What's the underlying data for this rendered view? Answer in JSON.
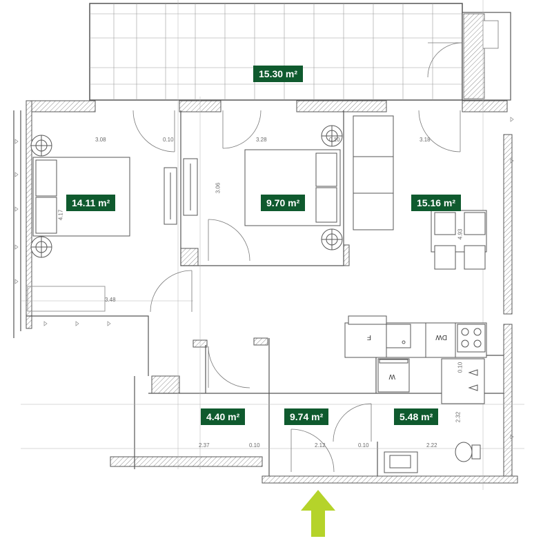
{
  "rooms": {
    "balcony": {
      "area": "15.30 m²"
    },
    "bedroom_1": {
      "area": "14.11 m²"
    },
    "bedroom_2": {
      "area": "9.70 m²"
    },
    "living_room": {
      "area": "15.16 m²"
    },
    "storage": {
      "area": "4.40 m²"
    },
    "hall": {
      "area": "9.74 m²"
    },
    "bathroom": {
      "area": "5.48 m²"
    }
  },
  "dimensions": {
    "d_308": "3.08",
    "d_010a": "0.10",
    "d_328": "3.28",
    "d_010b": "0.10",
    "d_318": "3.18",
    "d_417": "4.17",
    "d_306": "3.06",
    "d_493": "4.93",
    "d_348": "3.48",
    "d_237": "2.37",
    "d_010c": "0.10",
    "d_212": "2.12",
    "d_010d": "0.10",
    "d_222": "2.22",
    "d_232": "2.32",
    "d_010e": "0.10"
  },
  "fixtures": {
    "fridge": "F",
    "dishwasher": "DW",
    "washer": "W"
  },
  "colors": {
    "label_bg": "#0f5a2e",
    "entry_arrow": "#b5d32a",
    "wall": "#555555",
    "grid": "#9a9a9a"
  }
}
